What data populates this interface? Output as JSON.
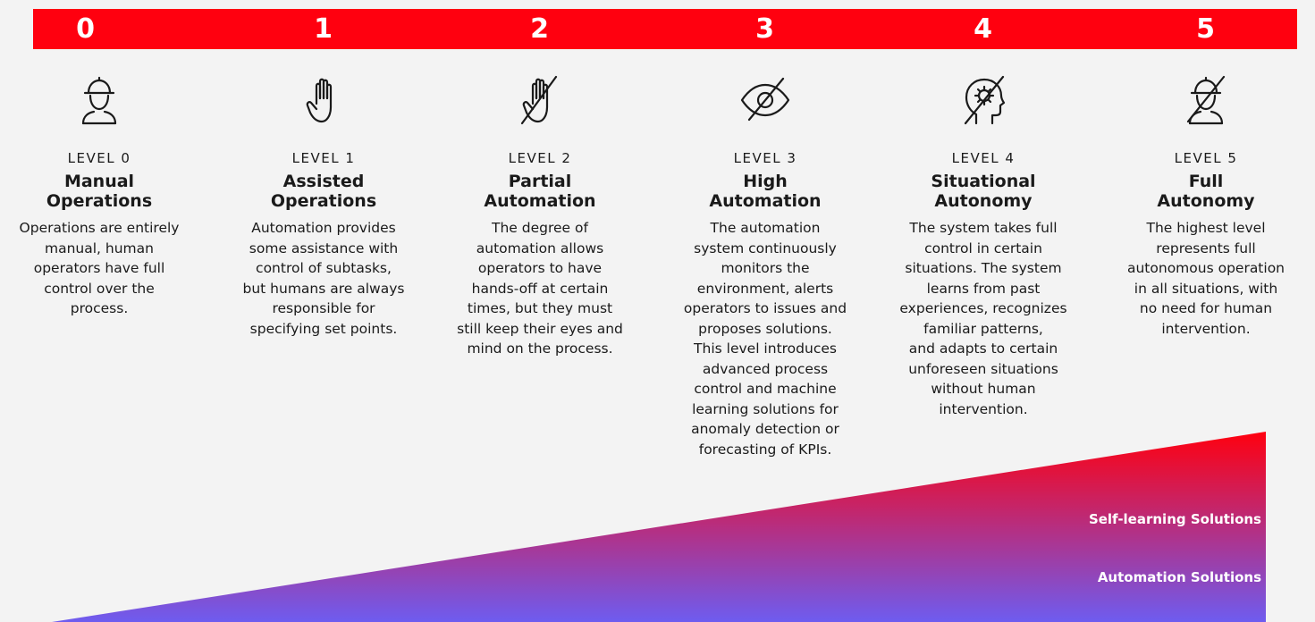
{
  "levels": [
    {
      "number": "0",
      "level": "LEVEL 0",
      "title": "Manual\nOperations",
      "description": "Operations are entirely\nmanual, human\noperators have full\ncontrol over the\nprocess.",
      "icon": "worker-helmet-icon"
    },
    {
      "number": "1",
      "level": "LEVEL 1",
      "title": "Assisted\nOperations",
      "description": "Automation provides\nsome assistance with\ncontrol of subtasks,\nbut humans are always\nresponsible for\nspecifying set points.",
      "icon": "raised-hand-icon"
    },
    {
      "number": "2",
      "level": "LEVEL 2",
      "title": "Partial\nAutomation",
      "description": "The degree of\nautomation allows\noperators to have\nhands-off at certain\ntimes, but they must\nstill keep their eyes and\nmind on the process.",
      "icon": "hand-crossed-icon"
    },
    {
      "number": "3",
      "level": "LEVEL 3",
      "title": "High\nAutomation",
      "description": "The automation\nsystem continuously\nmonitors the\nenvironment, alerts\noperators to issues and\nproposes solutions.\nThis level introduces\nadvanced process\ncontrol and machine\nlearning solutions for\nanomaly detection or\nforecasting of KPIs.",
      "icon": "eye-crossed-icon"
    },
    {
      "number": "4",
      "level": "LEVEL 4",
      "title": "Situational\nAutonomy",
      "description": "The system takes full\ncontrol in certain\nsituations. The system\nlearns from past\nexperiences, recognizes\nfamiliar patterns,\nand adapts to certain\nunforeseen situations\nwithout human\nintervention.",
      "icon": "head-gear-crossed-icon"
    },
    {
      "number": "5",
      "level": "LEVEL 5",
      "title": "Full\nAutonomy",
      "description": "The highest level\nrepresents full\nautonomous operation\nin all situations, with\nno need for human\nintervention.",
      "icon": "worker-crossed-icon"
    }
  ],
  "wedge": {
    "label_top": "Self-learning Solutions",
    "label_bottom": "Automation Solutions",
    "color_top": "#ff000f",
    "color_bottom": "#6e5cf0"
  },
  "colors": {
    "accent": "#ff000f",
    "background": "#f3f3f3",
    "text": "#1a1a1a"
  }
}
